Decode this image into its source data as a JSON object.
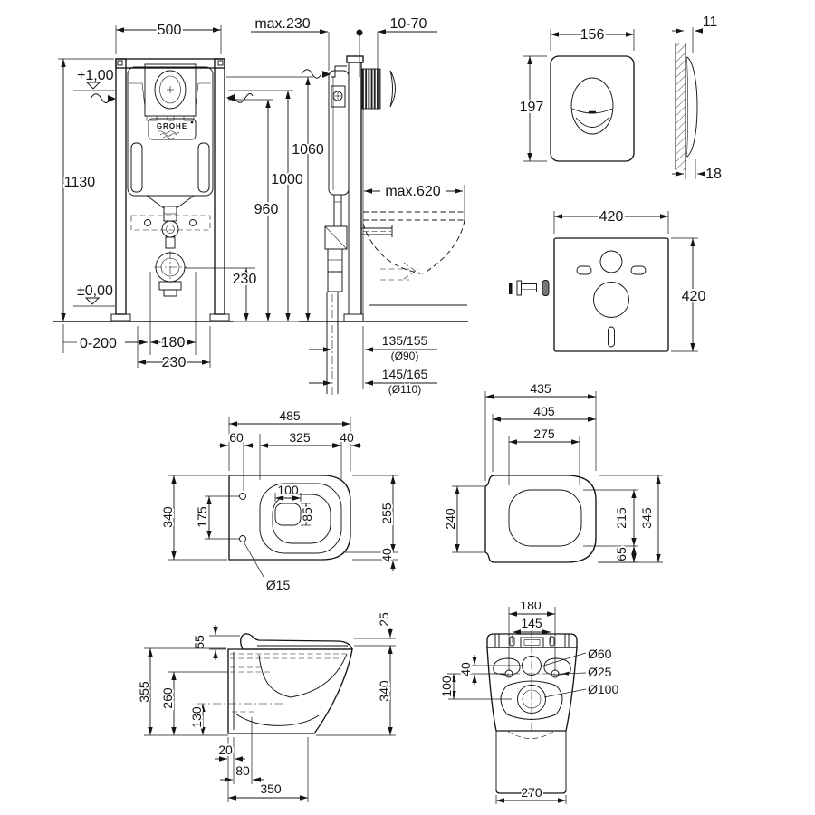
{
  "drawing": {
    "brand_logo": "GROHE",
    "frame_front": {
      "width": "500",
      "height": "1130",
      "level_top": "+1,00",
      "level_floor": "±0,00",
      "h_plate": "1060",
      "h_inlet": "1000",
      "h_960": "960",
      "h_drain": "230",
      "leg_range": "0-200",
      "w_drain": "180",
      "w_230": "230"
    },
    "frame_side": {
      "depth": "max.230",
      "tile_range": "10-70",
      "reach": "max.620",
      "drain_offset_90": "135/155",
      "drain_dia_90": "(Ø90)",
      "drain_offset_110": "145/165",
      "drain_dia_110": "(Ø110)"
    },
    "flush_plate": {
      "width": "156",
      "height": "197",
      "thickness": "11",
      "depth": "18"
    },
    "sound_pad": {
      "width": "420",
      "height": "420"
    },
    "bowl_top": {
      "width": "485",
      "left_offset": "60",
      "mid": "325",
      "right_offset": "40",
      "depth": "340",
      "hole_spacing": "175",
      "outlet_w": "100",
      "outlet_h": "85",
      "right_depth": "255",
      "edge": "40",
      "hole_dia": "Ø15"
    },
    "seat_top": {
      "width": "435",
      "w2": "405",
      "w3": "275",
      "hinge_h": "240",
      "r1": "215",
      "r2": "65",
      "r3": "345"
    },
    "bowl_side": {
      "lid": "25",
      "seat": "55",
      "height": "355",
      "h2": "260",
      "h3": "130",
      "right_height": "340",
      "b1": "20",
      "b2": "80",
      "length": "350"
    },
    "bowl_back": {
      "w_fix": "180",
      "w_pins": "145",
      "dia_inlet": "Ø60",
      "dia_fix": "Ø25",
      "dia_outlet": "Ø100",
      "v1": "40",
      "v2": "100",
      "width": "270"
    }
  }
}
